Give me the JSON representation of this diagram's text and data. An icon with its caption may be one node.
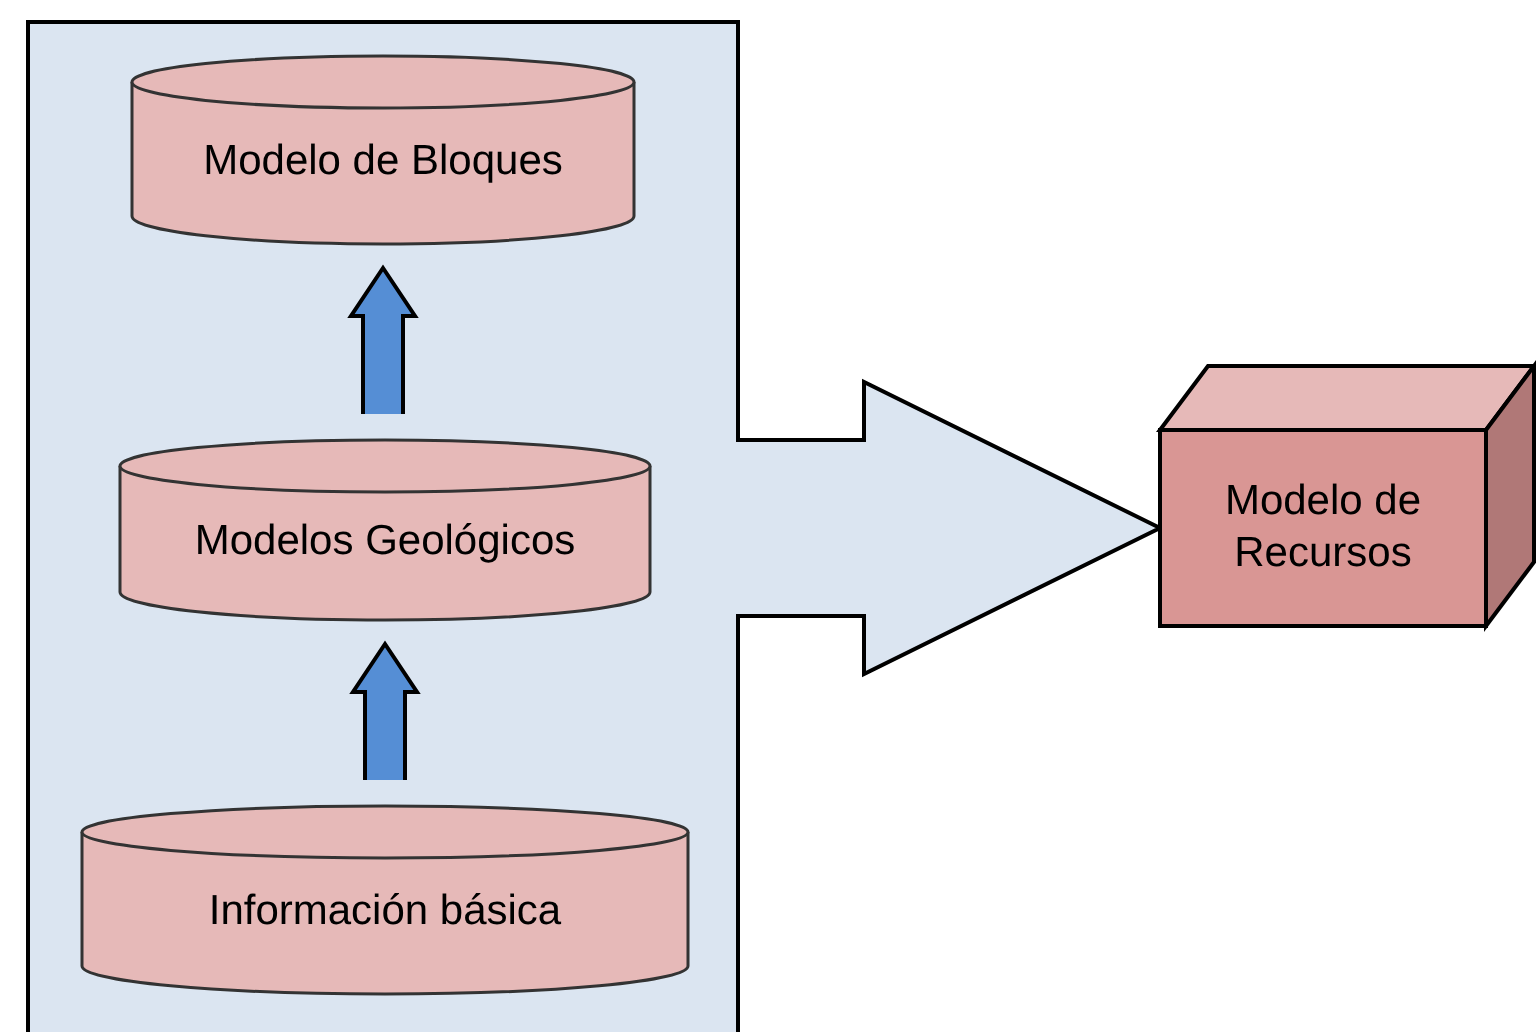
{
  "diagram": {
    "nodes": [
      {
        "text": [],
        "shape": "box"
      },
      {
        "text": [
          "Modelo de Bloques"
        ],
        "in": 0
      },
      {
        "text": [
          "Modelos Geológicos"
        ],
        "in": 0
      },
      {
        "text": [
          "Información básica"
        ],
        "in": 0
      },
      {
        "text": [
          "Modelo de Recursos"
        ]
      }
    ],
    "edges": [
      {
        "from": 3,
        "to": 2,
        "arrow": "to"
      },
      {
        "from": 2,
        "to": 1,
        "arrow": "to"
      },
      {
        "from": 0,
        "to": 4,
        "arrow": "to"
      }
    ]
  }
}
